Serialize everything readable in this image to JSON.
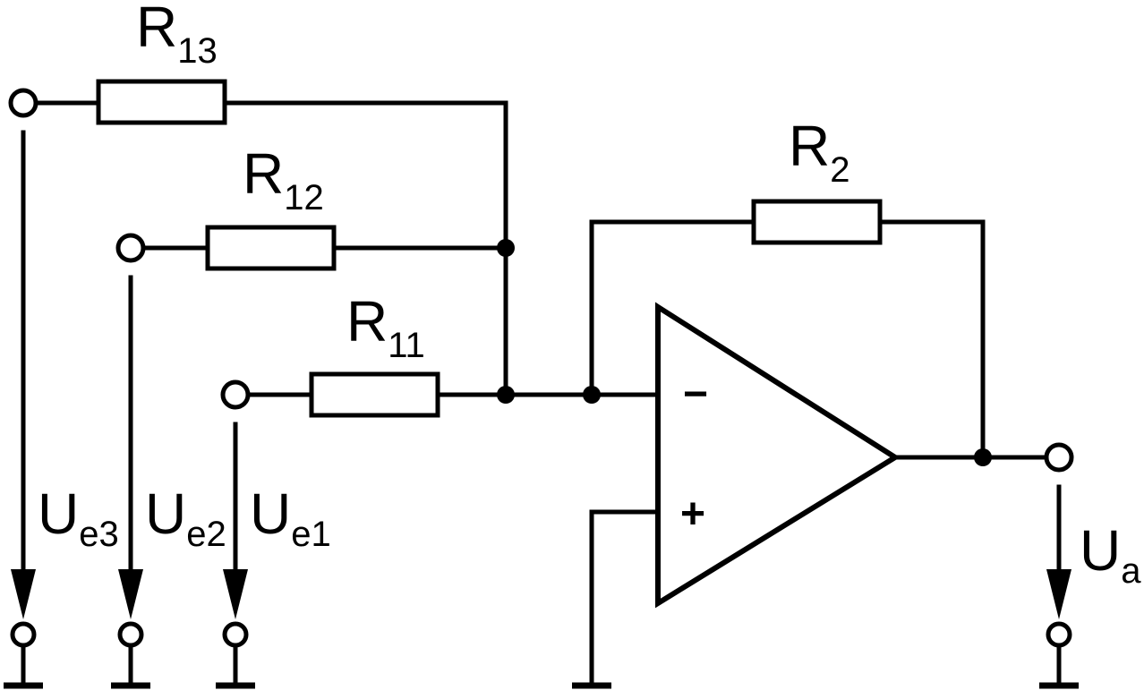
{
  "components": {
    "r13": {
      "name": "R",
      "index": "13"
    },
    "r12": {
      "name": "R",
      "index": "12"
    },
    "r11": {
      "name": "R",
      "index": "11"
    },
    "r2": {
      "name": "R",
      "index": "2"
    }
  },
  "voltages": {
    "ue3": {
      "name": "U",
      "index": "e3"
    },
    "ue2": {
      "name": "U",
      "index": "e2"
    },
    "ue1": {
      "name": "U",
      "index": "e1"
    },
    "ua": {
      "name": "U",
      "index": "a"
    }
  },
  "opamp": {
    "inverting_sign": "−",
    "noninverting_sign": "+"
  }
}
